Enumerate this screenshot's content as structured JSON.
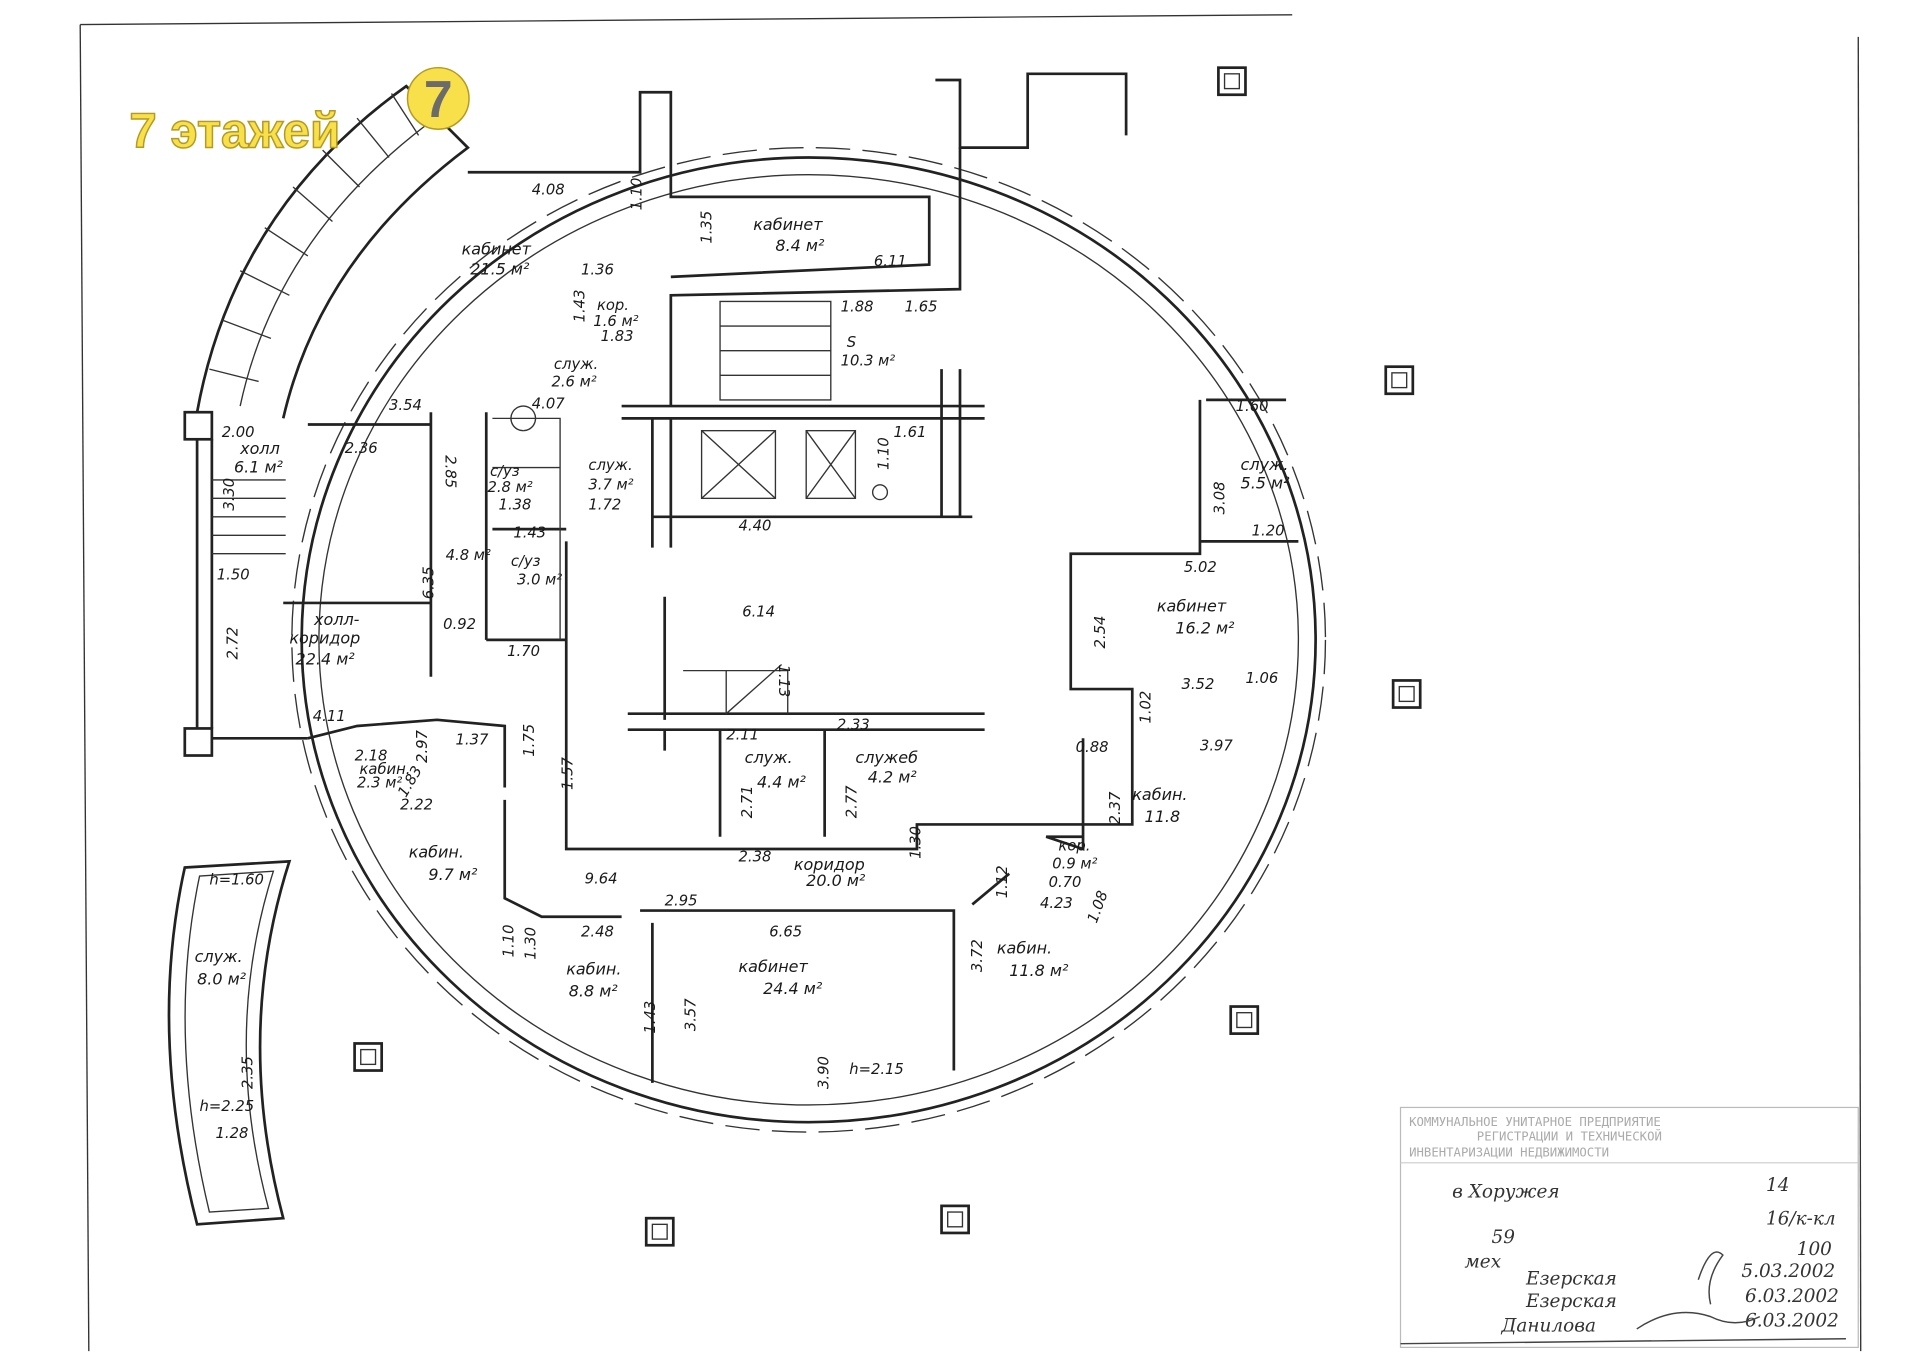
{
  "logo": {
    "text": "7 этажей",
    "badge": "7",
    "color": "#f7e04a",
    "badge_text_color": "#6b6b6b"
  },
  "rooms": [
    "4.08",
    "1.10",
    "кабинет",
    "21.5 м²",
    "кабинет",
    "8.4 м²",
    "6.11",
    "1.35",
    "1.36",
    "кор.",
    "1.6 м²",
    "1.83",
    "1.43",
    "1.88",
    "1.65",
    "S",
    "10.3 м²",
    "служ.",
    "2.6 м²",
    "4.07",
    "3.54",
    "2.00",
    "холл",
    "6.1 м²",
    "2.36",
    "2.85",
    "с/уз",
    "2.8 м²",
    "1.38",
    "служ.",
    "3.7 м²",
    "1.72",
    "1.61",
    "1.10",
    "4.40",
    "1.43",
    "4.8 м²",
    "с/уз",
    "3.0 м²",
    "1.60",
    "служ.",
    "5.5 м²",
    "3.08",
    "1.20",
    "5.02",
    "кабинет",
    "16.2 м²",
    "2.54",
    "6.35",
    "0.92",
    "1.70",
    "холл-",
    "коридор",
    "22.4 м²",
    "2.72",
    "1.50",
    "3.30",
    "6.14",
    "3.52",
    "1.06",
    "1.02",
    "1.13",
    "4.11",
    "2.33",
    "2.11",
    "1.37",
    "0.88",
    "3.97",
    "2.18",
    "кабин.",
    "2.3 м²",
    "2.97",
    "1.83",
    "2.22",
    "1.75",
    "1.57",
    "служ.",
    "4.4 м²",
    "служеб",
    "4.2 м²",
    "2.71",
    "2.77",
    "кабин.",
    "11.8",
    "2.37",
    "кабин.",
    "9.7 м²",
    "2.38",
    "коридор",
    "20.0 м²",
    "1.30",
    "кор.",
    "0.9 м²",
    "0.70",
    "4.23",
    "1.08",
    "9.64",
    "2.95",
    "2.48",
    "6.65",
    "1.12",
    "1.10",
    "1.30",
    "кабин.",
    "8.8 м²",
    "1.43",
    "3.57",
    "кабинет",
    "24.4 м²",
    "3.90",
    "h=2.15",
    "3.72",
    "кабин.",
    "11.8 м²",
    "h=1.60",
    "служ.",
    "8.0 м²",
    "2.35",
    "h=2.25",
    "1.28"
  ],
  "title_block": {
    "header_lines": [
      "КОММУНАЛЬНОЕ УНИТАРНОЕ ПРЕДПРИЯТИЕ",
      "РЕГИСТРАЦИИ И ТЕХНИЧЕСКОЙ",
      "ИНВЕНТАРИЗАЦИИ НЕДВИЖИМОСТИ"
    ],
    "street": "в Хоружея",
    "number": "14",
    "block": "16/к-кл",
    "sheet": "59",
    "mark": "мех",
    "scale": "100",
    "rows": [
      {
        "name": "Езерская",
        "date": "5.03.2002"
      },
      {
        "name": "Езерская",
        "date": "6.03.2002"
      },
      {
        "name": "Данилова",
        "date": "6.03.2002"
      }
    ]
  }
}
